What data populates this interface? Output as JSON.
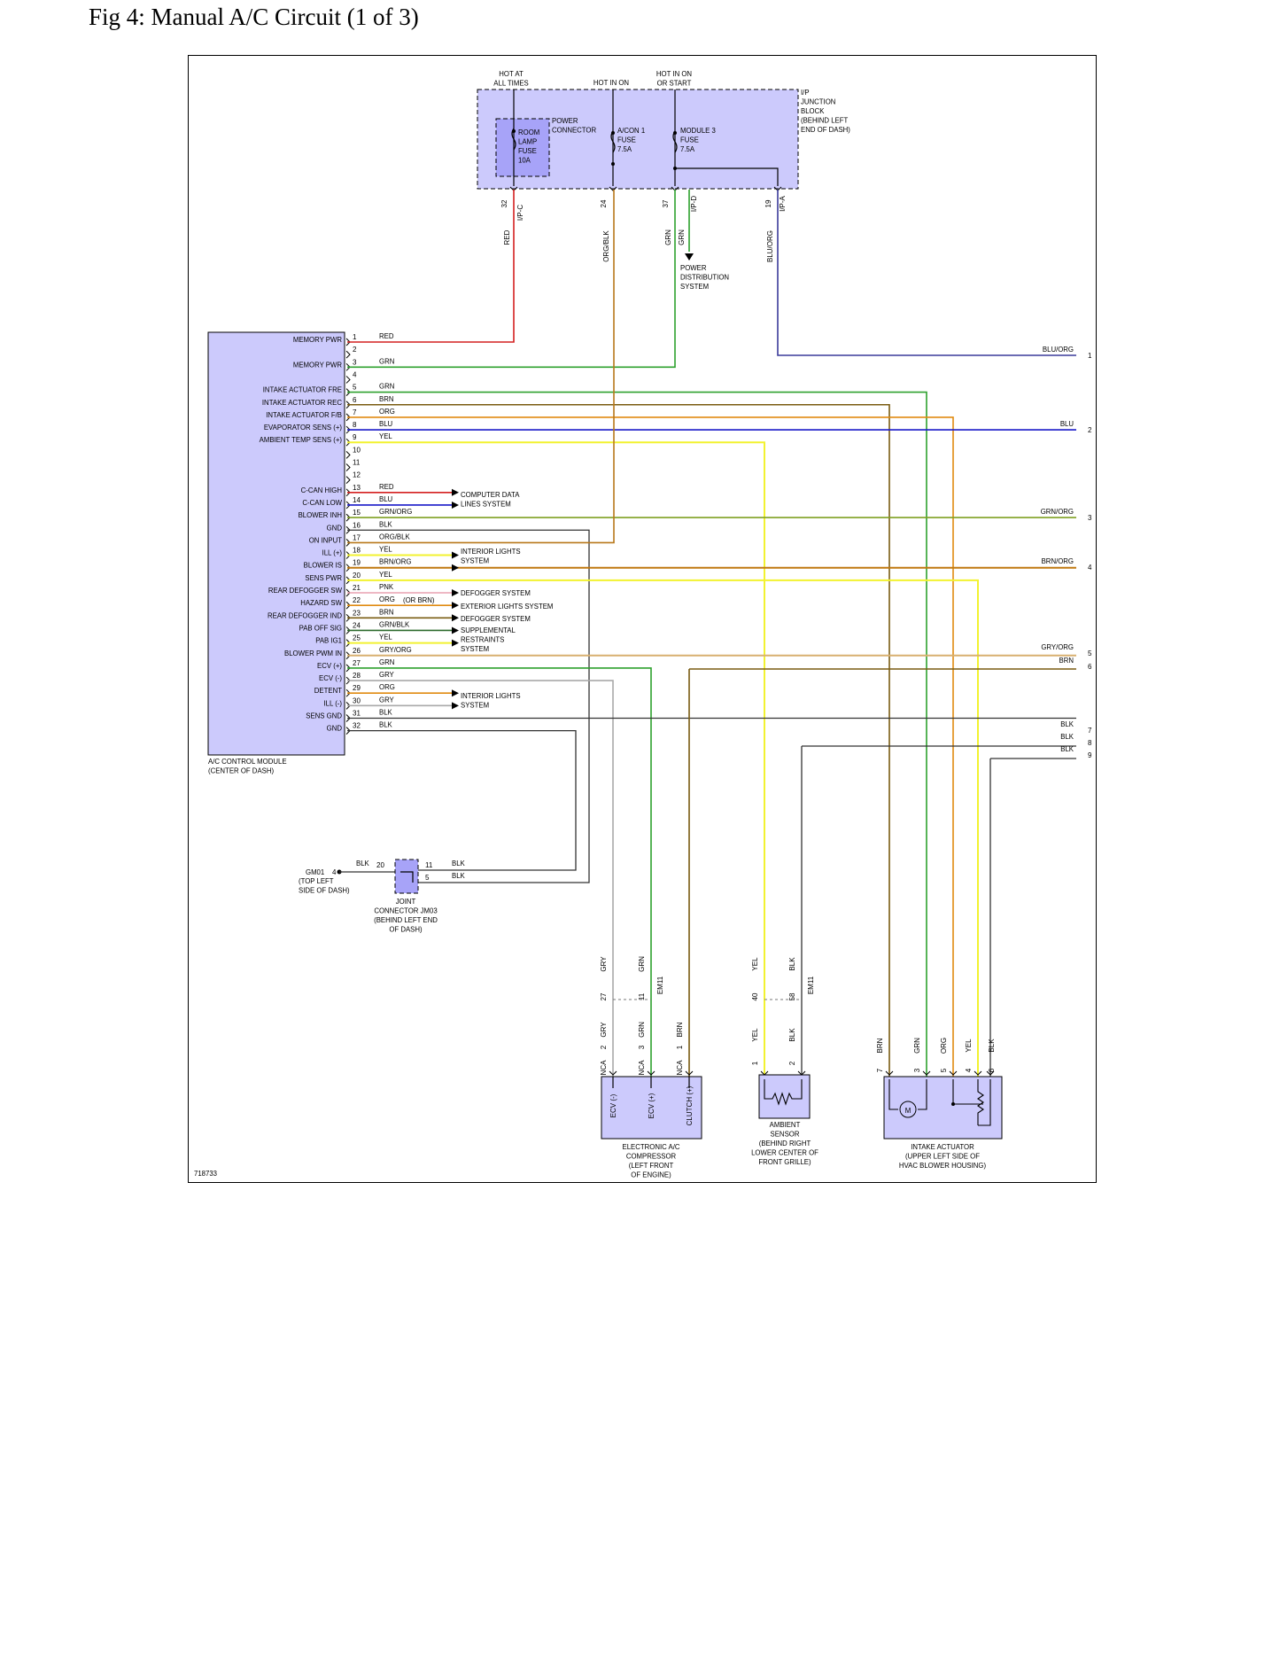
{
  "title": "Fig 4: Manual A/C Circuit (1 of 3)",
  "diagram_id": "718733",
  "junction": {
    "hot1": [
      "HOT AT",
      "ALL TIMES"
    ],
    "hot2": [
      "HOT IN ON"
    ],
    "hot3": [
      "HOT IN ON",
      "OR START"
    ],
    "block_label": [
      "I/P",
      "JUNCTION",
      "BLOCK",
      "(BEHIND LEFT",
      "END OF DASH)"
    ],
    "room_fuse": [
      "ROOM",
      "LAMP",
      "FUSE",
      "10A"
    ],
    "power_connector": [
      "POWER",
      "CONNECTOR"
    ],
    "acon_fuse": [
      "A/CON 1",
      "FUSE",
      "7.5A"
    ],
    "module3_fuse": [
      "MODULE 3",
      "FUSE",
      "7.5A"
    ],
    "pins": [
      "32",
      "24",
      "37",
      "19"
    ],
    "connectors": [
      "I/P-C",
      "I/P-D",
      "I/P-A"
    ],
    "wires": [
      "RED",
      "ORG/BLK",
      "GRN",
      "GRN",
      "BLU/ORG"
    ],
    "power_dist": [
      "POWER",
      "DISTRIBUTION",
      "SYSTEM"
    ]
  },
  "module": {
    "name": [
      "A/C CONTROL MODULE",
      "(CENTER OF DASH)"
    ],
    "pins": [
      {
        "n": "1",
        "label": "MEMORY PWR",
        "wire": "RED"
      },
      {
        "n": "2",
        "label": "",
        "wire": ""
      },
      {
        "n": "3",
        "label": "MEMORY PWR",
        "wire": "GRN"
      },
      {
        "n": "4",
        "label": "",
        "wire": ""
      },
      {
        "n": "5",
        "label": "INTAKE ACTUATOR FRE",
        "wire": "GRN"
      },
      {
        "n": "6",
        "label": "INTAKE ACTUATOR REC",
        "wire": "BRN"
      },
      {
        "n": "7",
        "label": "INTAKE ACTUATOR F/B",
        "wire": "ORG"
      },
      {
        "n": "8",
        "label": "EVAPORATOR SENS (+)",
        "wire": "BLU"
      },
      {
        "n": "9",
        "label": "AMBIENT TEMP SENS (+)",
        "wire": "YEL"
      },
      {
        "n": "10",
        "label": "",
        "wire": ""
      },
      {
        "n": "11",
        "label": "",
        "wire": ""
      },
      {
        "n": "12",
        "label": "",
        "wire": ""
      },
      {
        "n": "13",
        "label": "C-CAN HIGH",
        "wire": "RED"
      },
      {
        "n": "14",
        "label": "C-CAN LOW",
        "wire": "BLU"
      },
      {
        "n": "15",
        "label": "BLOWER INH",
        "wire": "GRN/ORG"
      },
      {
        "n": "16",
        "label": "GND",
        "wire": "BLK"
      },
      {
        "n": "17",
        "label": "ON INPUT",
        "wire": "ORG/BLK"
      },
      {
        "n": "18",
        "label": "ILL (+)",
        "wire": "YEL"
      },
      {
        "n": "19",
        "label": "BLOWER IS",
        "wire": "BRN/ORG"
      },
      {
        "n": "20",
        "label": "SENS PWR",
        "wire": "YEL"
      },
      {
        "n": "21",
        "label": "REAR DEFOGGER SW",
        "wire": "PNK"
      },
      {
        "n": "22",
        "label": "HAZARD SW",
        "wire": "ORG"
      },
      {
        "n": "23",
        "label": "REAR DEFOGGER IND",
        "wire": "BRN"
      },
      {
        "n": "24",
        "label": "PAB OFF SIG",
        "wire": "GRN/BLK"
      },
      {
        "n": "25",
        "label": "PAB IG1",
        "wire": "YEL"
      },
      {
        "n": "26",
        "label": "BLOWER PWM IN",
        "wire": "GRY/ORG"
      },
      {
        "n": "27",
        "label": "ECV (+)",
        "wire": "GRN"
      },
      {
        "n": "28",
        "label": "ECV (-)",
        "wire": "GRY"
      },
      {
        "n": "29",
        "label": "DETENT",
        "wire": "ORG"
      },
      {
        "n": "30",
        "label": "ILL (-)",
        "wire": "GRY"
      },
      {
        "n": "31",
        "label": "SENS GND",
        "wire": "BLK"
      },
      {
        "n": "32",
        "label": "GND",
        "wire": "BLK"
      }
    ],
    "or_brn": "(OR BRN)"
  },
  "refs": {
    "computer_data": [
      "COMPUTER DATA",
      "LINES SYSTEM"
    ],
    "interior_lights": [
      "INTERIOR LIGHTS",
      "SYSTEM"
    ],
    "defogger1": "DEFOGGER SYSTEM",
    "exterior": "EXTERIOR LIGHTS SYSTEM",
    "defogger2": "DEFOGGER SYSTEM",
    "srs": [
      "SUPPLEMENTAL",
      "RESTRAINTS",
      "SYSTEM"
    ],
    "interior_lights2": [
      "INTERIOR LIGHTS",
      "SYSTEM"
    ]
  },
  "right_edge": [
    {
      "wire": "BLU/ORG",
      "n": "1"
    },
    {
      "wire": "BLU",
      "n": "2"
    },
    {
      "wire": "GRN/ORG",
      "n": "3"
    },
    {
      "wire": "BRN/ORG",
      "n": "4"
    },
    {
      "wire": "GRY/ORG",
      "n": "5"
    },
    {
      "wire": "BRN",
      "n": "6"
    },
    {
      "wire": "BLK",
      "n": "7"
    },
    {
      "wire": "BLK",
      "n": "8"
    },
    {
      "wire": "BLK",
      "n": "9"
    }
  ],
  "ground": {
    "name": [
      "GM01",
      "(TOP LEFT",
      "SIDE OF DASH)"
    ],
    "pin": "4",
    "wire": "BLK",
    "jm_pins": [
      "20",
      "11",
      "5"
    ],
    "jm_wires": [
      "BLK",
      "BLK"
    ],
    "joint": [
      "JOINT",
      "CONNECTOR JM03",
      "(BEHIND LEFT END",
      "OF DASH)"
    ]
  },
  "em11": {
    "connector": "EM11",
    "pins_upper": [
      "27",
      "11",
      "40",
      "58"
    ],
    "wires_upper": [
      "GRY",
      "GRN",
      "YEL",
      "BLK"
    ]
  },
  "compressor": {
    "wires": [
      "GRY",
      "GRN",
      "BRN"
    ],
    "pins": [
      "2",
      "3",
      "1"
    ],
    "conn": [
      "NCA",
      "NCA",
      "NCA"
    ],
    "terms": [
      "ECV (-)",
      "ECV (+)",
      "CLUTCH (+)"
    ],
    "name": [
      "ELECTRONIC A/C",
      "COMPRESSOR",
      "(LEFT FRONT",
      "OF ENGINE)"
    ]
  },
  "ambient": {
    "wires": [
      "YEL",
      "BLK"
    ],
    "pins": [
      "1",
      "2"
    ],
    "name": [
      "AMBIENT",
      "SENSOR",
      "(BEHIND RIGHT",
      "LOWER CENTER OF",
      "FRONT GRILLE)"
    ]
  },
  "actuator": {
    "wires": [
      "BRN",
      "GRN",
      "ORG",
      "YEL",
      "BLK"
    ],
    "pins": [
      "7",
      "3",
      "5",
      "4",
      "6"
    ],
    "motor": "M",
    "name": [
      "INTAKE ACTUATOR",
      "(UPPER LEFT SIDE OF",
      "HVAC BLOWER HOUSING)"
    ]
  },
  "colors": {
    "RED": "#d42020",
    "GRN": "#2ea12e",
    "BRN": "#7a5c12",
    "ORG": "#e08a10",
    "BLU": "#1a1ac8",
    "YEL": "#f2f230",
    "BLK": "#333333",
    "GRY": "#a9a9a9",
    "ORG_BLK": "#b8781a",
    "BLU_ORG": "#3a3a9a",
    "GRN_ORG": "#7fa020",
    "BRN_ORG": "#c07810",
    "PNK": "#e8a0b0",
    "GRN_BLK": "#2c6a2c",
    "GRY_ORG": "#d8b070",
    "fill": "#cccafc",
    "fill_dark": "#a7a3f8"
  }
}
